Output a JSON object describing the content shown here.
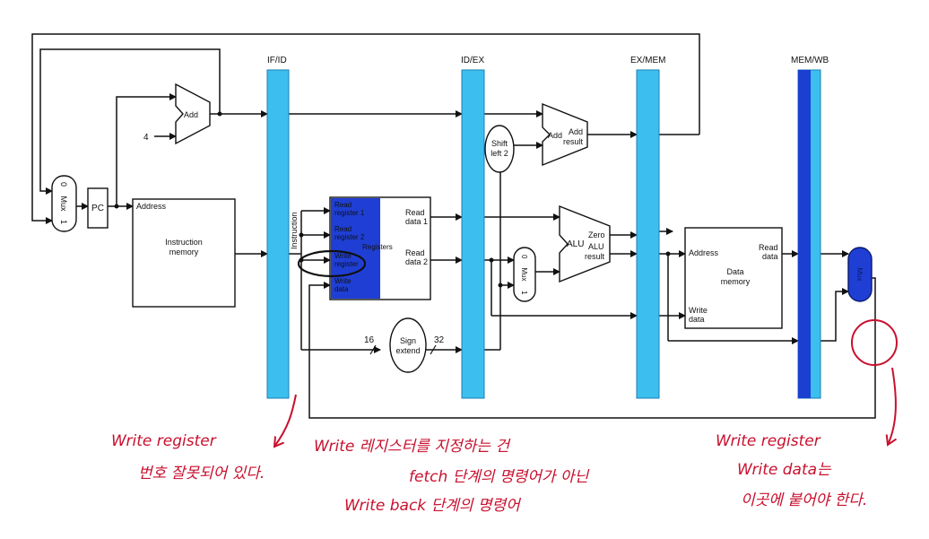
{
  "registers_labels": {
    "if_id": "IF/ID",
    "id_ex": "ID/EX",
    "ex_mem": "EX/MEM",
    "mem_wb": "MEM/WB"
  },
  "blocks": {
    "pc": "PC",
    "add": "Add",
    "four": "4",
    "mux": "Mux",
    "mux_0": "0",
    "mux_1": "1",
    "address": "Address",
    "instruction_memory_1": "Instruction",
    "instruction_memory_2": "memory",
    "instruction": "Instruction",
    "read_register_1a": "Read",
    "read_register_1b": "register 1",
    "read_register_2a": "Read",
    "read_register_2b": "register 2",
    "write_register_a": "Write",
    "write_register_b": "register",
    "write_data_a": "Write",
    "write_data_b": "data",
    "registers": "Registers",
    "read_data_1a": "Read",
    "read_data_1b": "data 1",
    "read_data_2a": "Read",
    "read_data_2b": "data 2",
    "shift_a": "Shift",
    "shift_b": "left 2",
    "add2": "Add",
    "add_result_a": "Add",
    "add_result_b": "result",
    "alu": "ALU",
    "zero": "Zero",
    "alu_result_a": "ALU",
    "alu_result_b": "result",
    "sign_a": "Sign",
    "sign_b": "extend",
    "bits16": "16",
    "bits32": "32",
    "dm_address": "Address",
    "dm_read_a": "Read",
    "dm_read_b": "data",
    "dm_a": "Data",
    "dm_b": "memory",
    "dm_write_a": "Write",
    "dm_write_b": "data"
  },
  "annotations": {
    "left_1": "Write register",
    "left_2": "번호 잘못되어 있다.",
    "mid_1": "Write 레지스터를 지정하는 건",
    "mid_2": "fetch 단계의 명령어가 아닌",
    "mid_3": "Write back 단계의 명령어",
    "right_1": "Write register",
    "right_2": "Write data는",
    "right_3": "이곳에 붙어야 한다."
  },
  "colors": {
    "pipeline_register": "#3cbfee",
    "mem_wb_fill": "#1a3fd1",
    "register_file": "#1f3fd4",
    "annotation": "#c8102e"
  }
}
